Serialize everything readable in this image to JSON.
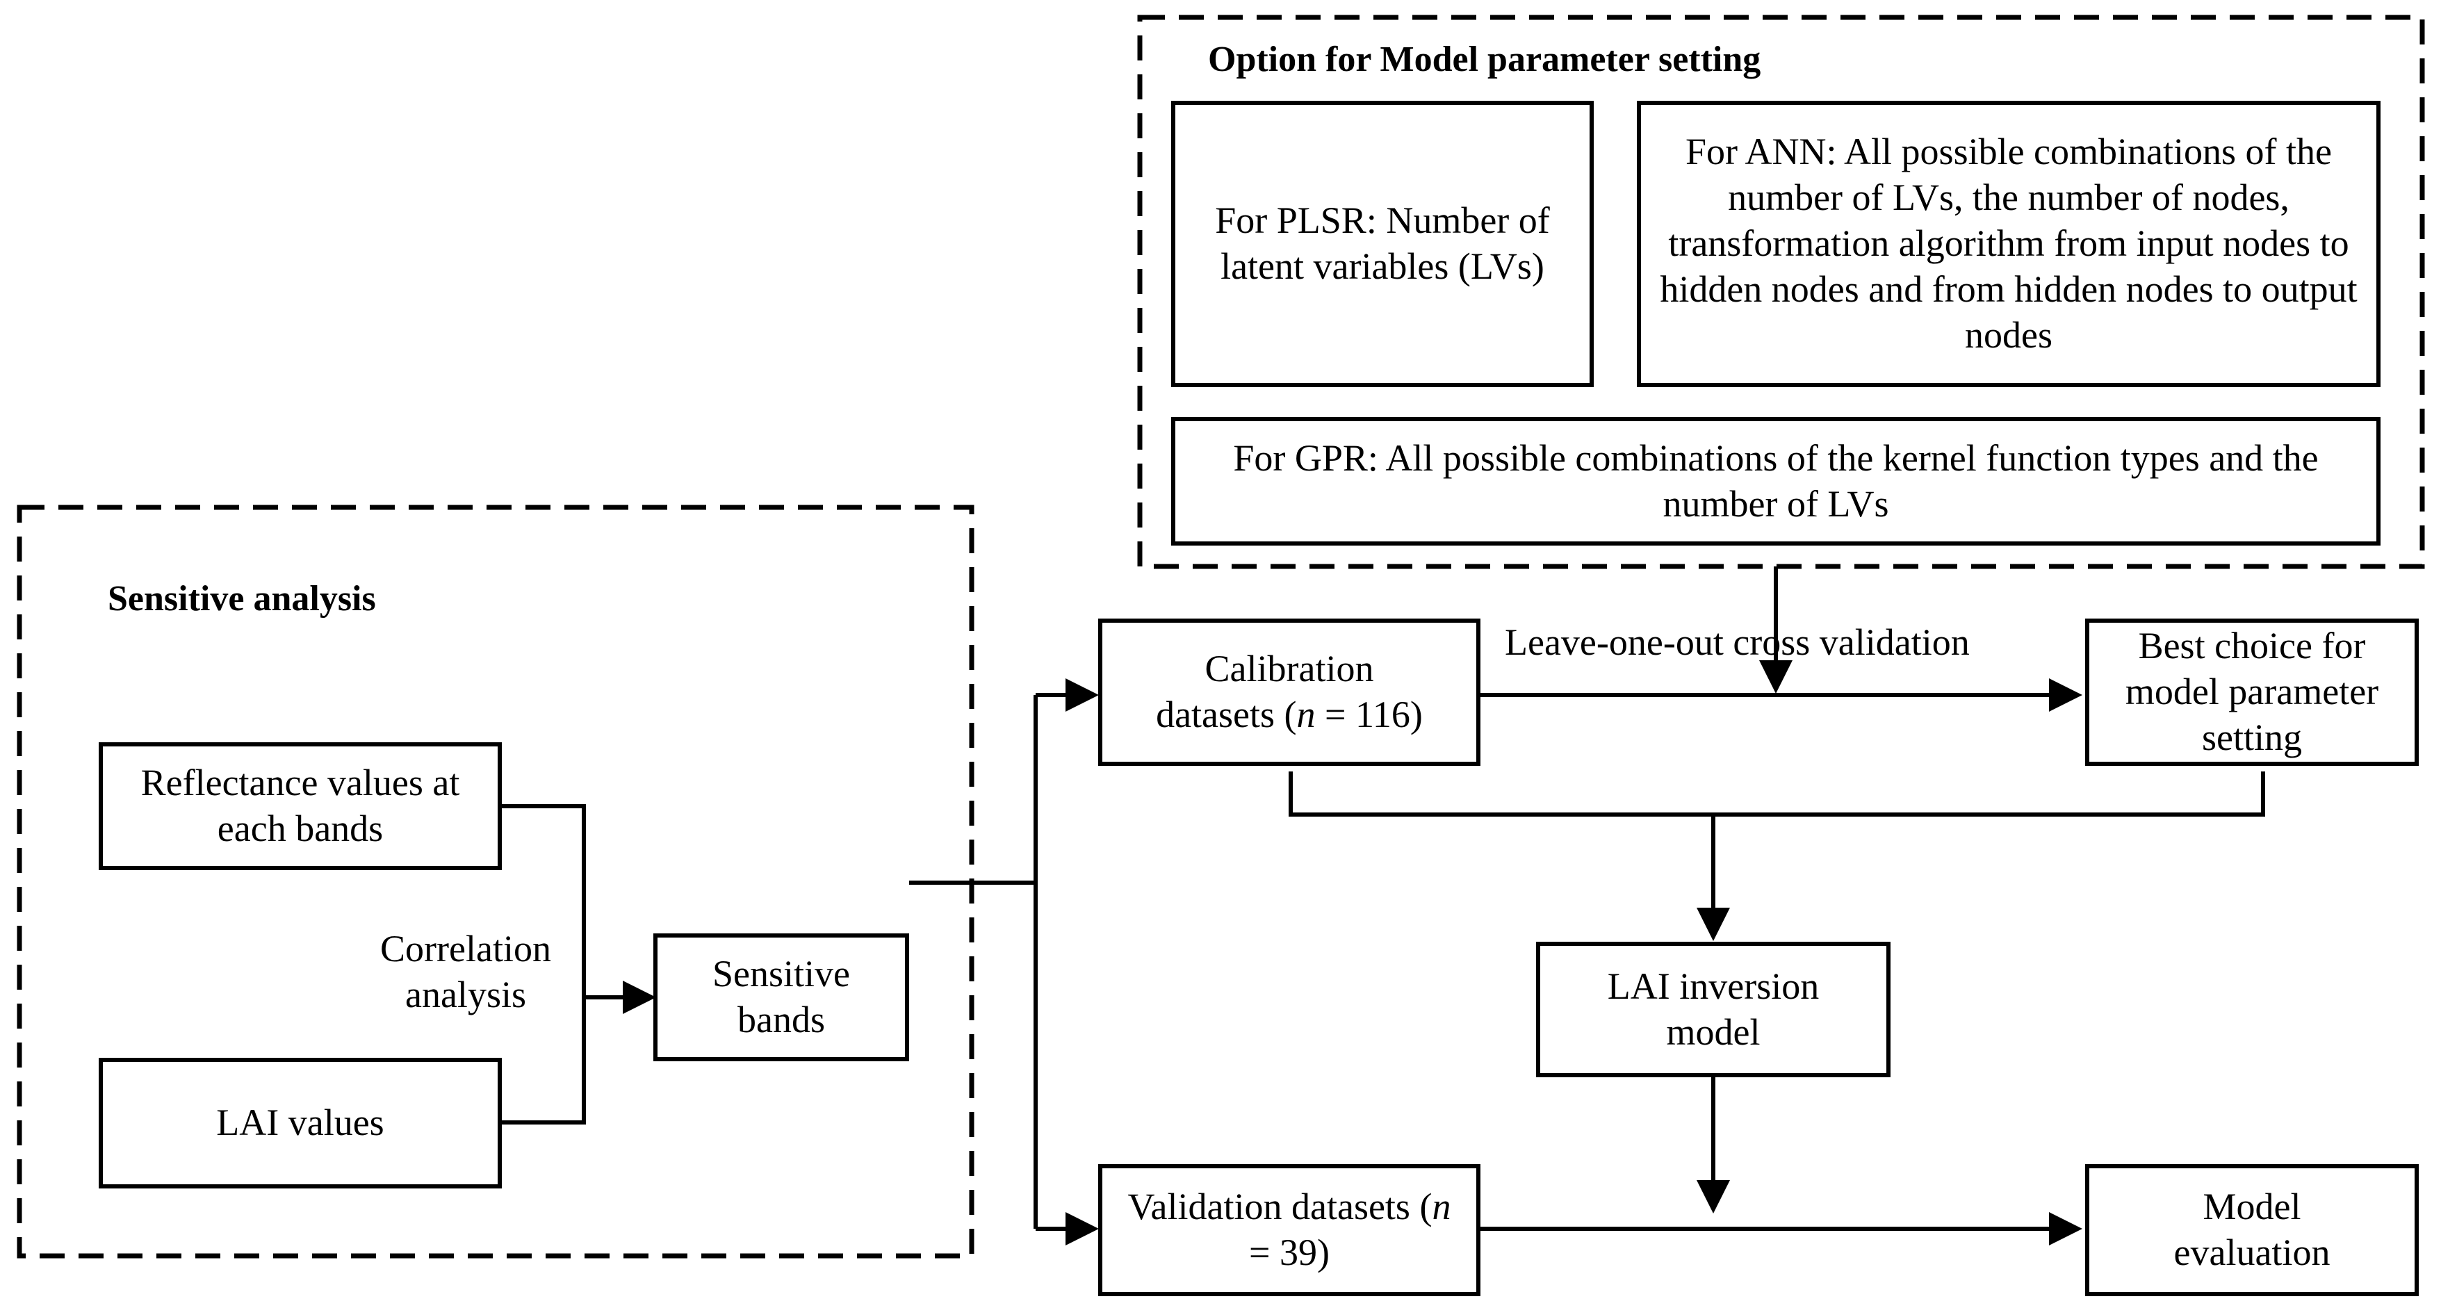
{
  "groups": {
    "model_option_title": "Option for Model parameter setting",
    "sensitive_title": "Sensitive analysis"
  },
  "boxes": {
    "plsr": "For PLSR: Number of latent variables (LVs)",
    "ann": "For ANN: All possible combinations of the number of LVs, the number of nodes, transformation algorithm from input nodes to hidden nodes and from hidden nodes to output nodes",
    "gpr": "For GPR: All possible combinations of the kernel function types and the number of LVs",
    "reflectance": "Reflectance values at each bands",
    "lai_values": "LAI values",
    "sensitive_bands": "Sensitive bands",
    "calibration_prefix": "Calibration datasets (",
    "calibration_n": "n",
    "calibration_suffix": " = 116)",
    "validation_prefix": "Validation datasets (",
    "validation_n": "n",
    "validation_suffix": " = 39)",
    "best_choice": "Best choice for model parameter setting",
    "lai_inversion": "LAI inversion model",
    "model_evaluation": "Model evaluation"
  },
  "labels": {
    "correlation": "Correlation analysis",
    "loocv": "Leave-one-out cross validation"
  }
}
